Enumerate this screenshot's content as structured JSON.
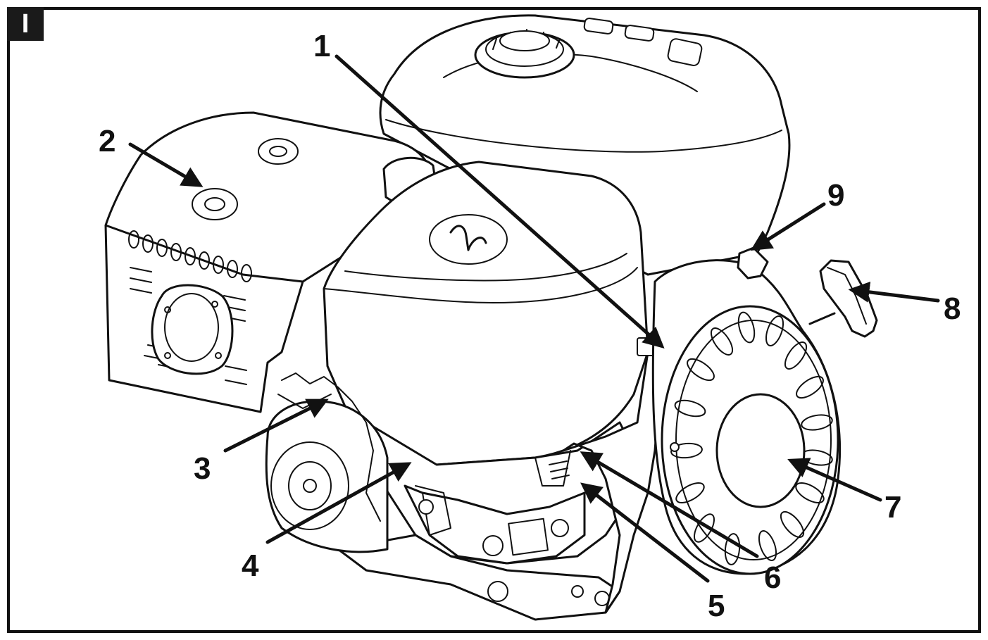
{
  "figure": {
    "badge": "I"
  },
  "callouts": [
    {
      "id": "1",
      "label": "1"
    },
    {
      "id": "2",
      "label": "2"
    },
    {
      "id": "3",
      "label": "3"
    },
    {
      "id": "4",
      "label": "4"
    },
    {
      "id": "5",
      "label": "5"
    },
    {
      "id": "6",
      "label": "6"
    },
    {
      "id": "7",
      "label": "7"
    },
    {
      "id": "8",
      "label": "8"
    },
    {
      "id": "9",
      "label": "9"
    }
  ]
}
